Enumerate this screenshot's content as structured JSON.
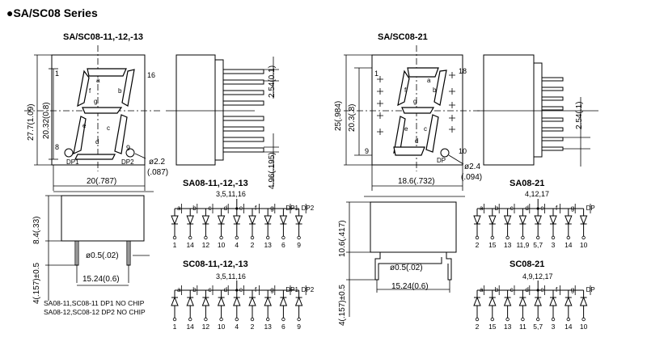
{
  "title": "●SA/SC08 Series",
  "left": {
    "model_title": "SA/SC08-11,-12,-13",
    "dim_height": "27.7(1.09)",
    "dim_digit": "20.32(0.8)",
    "dim_width": "20(.787)",
    "dim_pin_pitch": "2.54(0.1)",
    "dim_depth": "4.96(.195)",
    "dim_hole": "ø2.2",
    "dim_hole_in": "(.087)",
    "dim_side_h": "8.4(.33)",
    "dim_pin_len": "4(.157)±0.5",
    "dim_pin_dia": "ø0.5(.02)",
    "dim_row_spacing": "15.24(0.6)",
    "pin_1": "1",
    "pin_8": "8",
    "pin_9": "9",
    "pin_16": "16",
    "dp1_label": "DP1",
    "dp2_label": "DP2",
    "seg_a": "a",
    "seg_b": "b",
    "seg_c": "c",
    "seg_d": "d",
    "seg_e": "e",
    "seg_f": "f",
    "seg_g": "g",
    "note_line1": "SA08-11,SC08-11  DP1  NO  CHIP",
    "note_line2": "SA08-12,SC08-12  DP2  NO  CHIP"
  },
  "right": {
    "model_title": "SA/SC08-21",
    "dim_height": "25(.984)",
    "dim_digit": "20.3(.8)",
    "dim_width": "18.6(.732)",
    "dim_pin_pitch": "2.54(.1)",
    "dim_hole": "ø2.4",
    "dim_hole_in": "(.094)",
    "dim_side_h": "10.6(.417)",
    "dim_pin_len": "4(.157)±0.5",
    "dim_pin_dia": "ø0.5(.02)",
    "dim_row_spacing": "15.24(0.6)",
    "pin_1": "1",
    "pin_9": "9",
    "pin_10": "10",
    "pin_18": "18",
    "dp_label": "DP",
    "seg_a": "a",
    "seg_b": "b",
    "seg_c": "c",
    "seg_d": "d",
    "seg_e": "e",
    "seg_f": "f",
    "seg_g": "g"
  },
  "circuits": [
    {
      "id": "sa08-1x",
      "title": "SA08-11,-12,-13",
      "common": "3,5,11,16",
      "labels": [
        "a",
        "b",
        "c",
        "d",
        "e",
        "f",
        "g",
        "DP1",
        "DP2"
      ],
      "pins": [
        "1",
        "14",
        "12",
        "10",
        "4",
        "2",
        "13",
        "6",
        "9"
      ]
    },
    {
      "id": "sc08-1x",
      "title": "SC08-11,-12,-13",
      "common": "3,5,11,16",
      "labels": [
        "a",
        "b",
        "c",
        "d",
        "e",
        "f",
        "g",
        "DP1",
        "DP2"
      ],
      "pins": [
        "1",
        "14",
        "12",
        "10",
        "4",
        "2",
        "13",
        "6",
        "9"
      ]
    },
    {
      "id": "sa08-21",
      "title": "SA08-21",
      "common": "4,12,17",
      "labels": [
        "a",
        "b",
        "c",
        "d",
        "e",
        "f",
        "g",
        "DP"
      ],
      "pins": [
        "2",
        "15",
        "13",
        "11,9",
        "5,7",
        "3",
        "14",
        "10"
      ]
    },
    {
      "id": "sc08-21",
      "title": "SC08-21",
      "common": "4,9,12,17",
      "labels": [
        "a",
        "b",
        "c",
        "d",
        "e",
        "f",
        "g",
        "DP"
      ],
      "pins": [
        "2",
        "15",
        "13",
        "11",
        "5,7",
        "3",
        "14",
        "10"
      ]
    }
  ]
}
